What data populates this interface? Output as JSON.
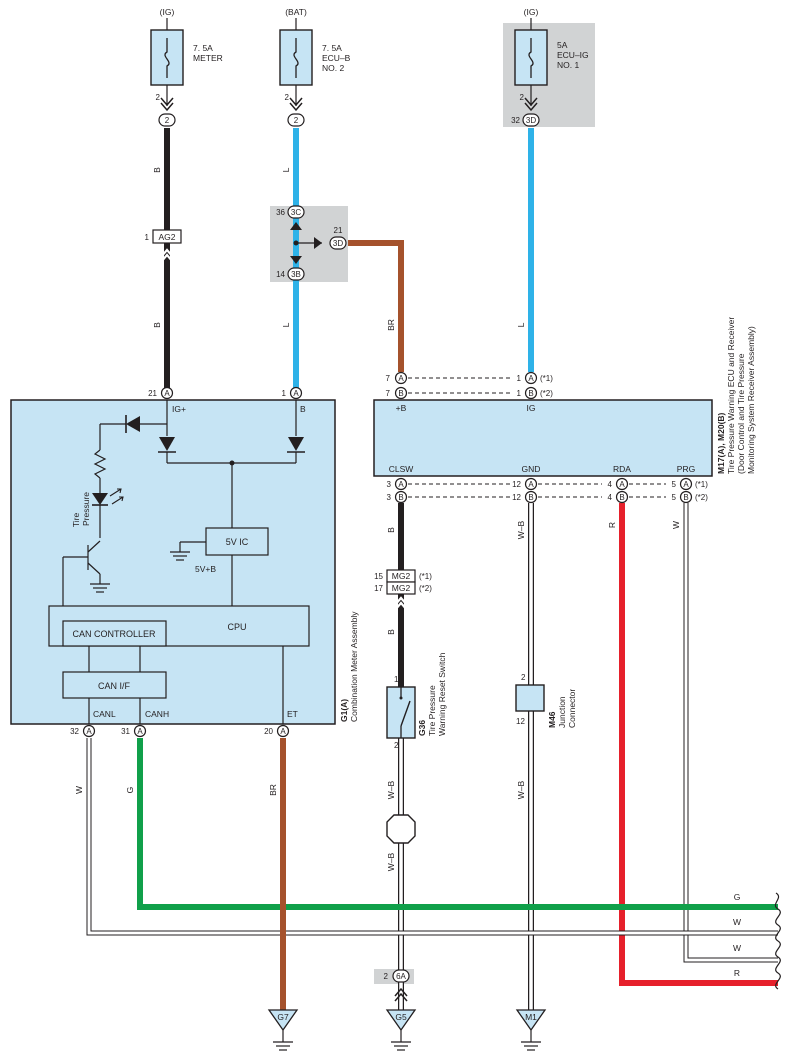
{
  "colors": {
    "black": "#231f20",
    "blue": "#2eb2e8",
    "brown": "#a5522c",
    "green": "#10a04a",
    "red": "#e6202b",
    "box_fill": "#c6e4f4",
    "shade": "#d1d3d4"
  },
  "fuses": [
    {
      "id": "meter",
      "supply": "(IG)",
      "rating": "7. 5A",
      "name": "METER",
      "name2": "",
      "pin": "2",
      "conn": "2",
      "conn_pin": ""
    },
    {
      "id": "ecub",
      "supply": "(BAT)",
      "rating": "7. 5A",
      "name": "ECU–B",
      "name2": "NO. 2",
      "pin": "2",
      "conn": "2",
      "conn_pin": ""
    },
    {
      "id": "ecuig",
      "supply": "(IG)",
      "rating": "5A",
      "name": "ECU–IG",
      "name2": "NO. 1",
      "pin": "2",
      "conn": "3D",
      "conn_pin": "32"
    }
  ],
  "wire_labels": {
    "meter_top": "B",
    "meter_bot": "B",
    "ecub_top": "L",
    "ecub_bot": "L",
    "ecuig": "L",
    "br_top": "BR",
    "clsw": "B",
    "clsw2": "B",
    "gnd": "W–B",
    "gnd2": "W–B",
    "rda": "R",
    "prg": "W",
    "canl": "W",
    "canh": "G",
    "et": "BR",
    "sw_bot": "W–B",
    "sw_bot2": "W–B"
  },
  "junctions": {
    "ag2": {
      "pin": "1",
      "label": "AG2"
    },
    "c3c": {
      "pin": "36",
      "label": "3C"
    },
    "c3b": {
      "pin": "14",
      "label": "3B"
    },
    "c3d": {
      "pin": "21",
      "label": "3D"
    },
    "mg2a": {
      "pin": "15",
      "label": "MG2",
      "tag": "(*1)"
    },
    "mg2b": {
      "pin": "17",
      "label": "MG2",
      "tag": "(*2)"
    },
    "c6a": {
      "pin": "2",
      "label": "6A"
    }
  },
  "meter": {
    "id": "G1(A)",
    "name": "Combination Meter Assembly",
    "pins": [
      {
        "num": "21",
        "conn": "A",
        "label": "IG+"
      },
      {
        "num": "1",
        "conn": "A",
        "label": "B"
      },
      {
        "num": "32",
        "conn": "A",
        "label": "CANL"
      },
      {
        "num": "31",
        "conn": "A",
        "label": "CANH"
      },
      {
        "num": "20",
        "conn": "A",
        "label": "ET"
      }
    ],
    "tire_label_1": "Tire",
    "tire_label_2": "Pressure",
    "ic": "5V IC",
    "vb": "5V+B",
    "cpu": "CPU",
    "can_ctrl": "CAN CONTROLLER",
    "can_if": "CAN I/F"
  },
  "ecu": {
    "id": "M17(A), M20(B)",
    "name1": "Tire Pressure Warning ECU and Receiver",
    "name2": "(Door Control and Tire Pressure",
    "name3": "Monitoring System Receiver Assembly)",
    "top_pins": [
      {
        "label": "+B",
        "a_num": "7",
        "b_num": "7",
        "a_conn": "A",
        "b_conn": "B",
        "ra_num": "1",
        "rb_num": "1",
        "ra_conn": "A",
        "rb_conn": "B",
        "ra_tag": "(*1)",
        "rb_tag": "(*2)"
      }
    ],
    "ig_label": "IG",
    "bottom_labels": [
      "CLSW",
      "GND",
      "RDA",
      "PRG"
    ],
    "clsw": {
      "a": "3",
      "b": "3"
    },
    "gnd": {
      "a": "12",
      "b": "12"
    },
    "rda": {
      "a": "4",
      "b": "4"
    },
    "prg": {
      "a": "5",
      "b": "5",
      "tag_a": "(*1)",
      "tag_b": "(*2)"
    }
  },
  "switch": {
    "id": "G36",
    "name1": "Tire Pressure",
    "name2": "Warning Reset Switch",
    "pin_top": "1",
    "pin_bot": "2"
  },
  "jconn": {
    "id": "M46",
    "name1": "Junction",
    "name2": "Connector",
    "pin_top": "2",
    "pin_bot": "12"
  },
  "grounds": [
    {
      "id": "G7"
    },
    {
      "id": "G5"
    },
    {
      "id": "M1"
    }
  ],
  "right_bus": [
    {
      "label": "G"
    },
    {
      "label": "W"
    },
    {
      "label": "W"
    },
    {
      "label": "R"
    }
  ]
}
